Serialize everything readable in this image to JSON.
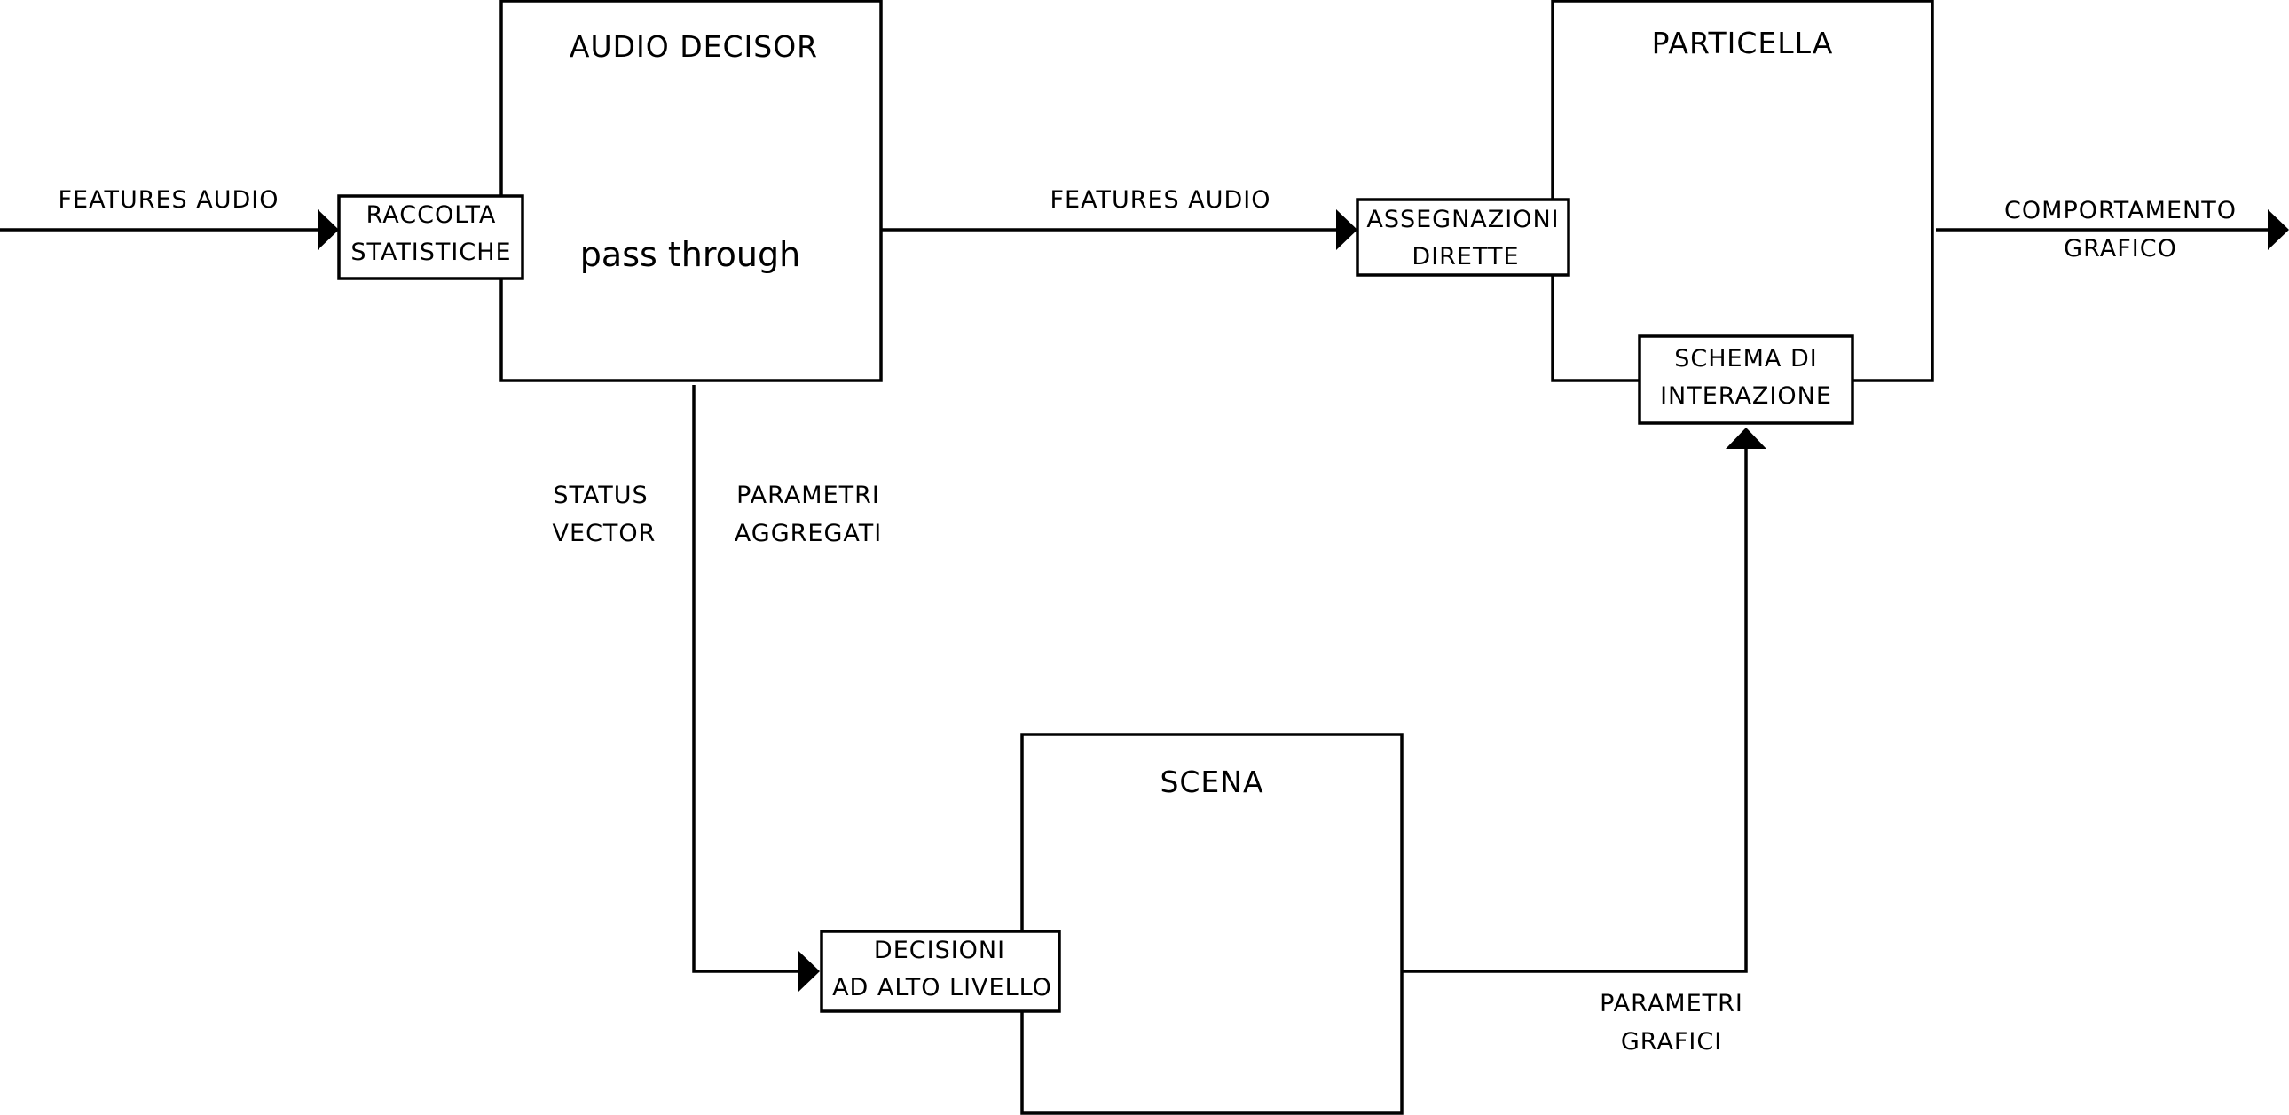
{
  "blocks": {
    "audio_decisor": "AUDIO DECISOR",
    "particella": "PARTICELLA",
    "scena": "SCENA"
  },
  "sub_blocks": {
    "raccolta": [
      "RACCOLTA",
      "STATISTICHE"
    ],
    "assegnazioni": [
      "ASSEGNAZIONI",
      "DIRETTE"
    ],
    "schema": [
      "SCHEMA DI",
      "INTERAZIONE"
    ],
    "decisioni": [
      "DECISIONI",
      "AD ALTO LIVELLO"
    ]
  },
  "connections": {
    "features_in": "FEATURES AUDIO",
    "features_mid": "FEATURES AUDIO",
    "pass_through": "pass through",
    "comportamento": [
      "COMPORTAMENTO",
      "GRAFICO"
    ],
    "status_vector": [
      "STATUS",
      "VECTOR"
    ],
    "parametri_aggregati": [
      "PARAMETRI",
      "AGGREGATI"
    ],
    "parametri_grafici": [
      "PARAMETRI",
      "GRAFICI"
    ]
  }
}
